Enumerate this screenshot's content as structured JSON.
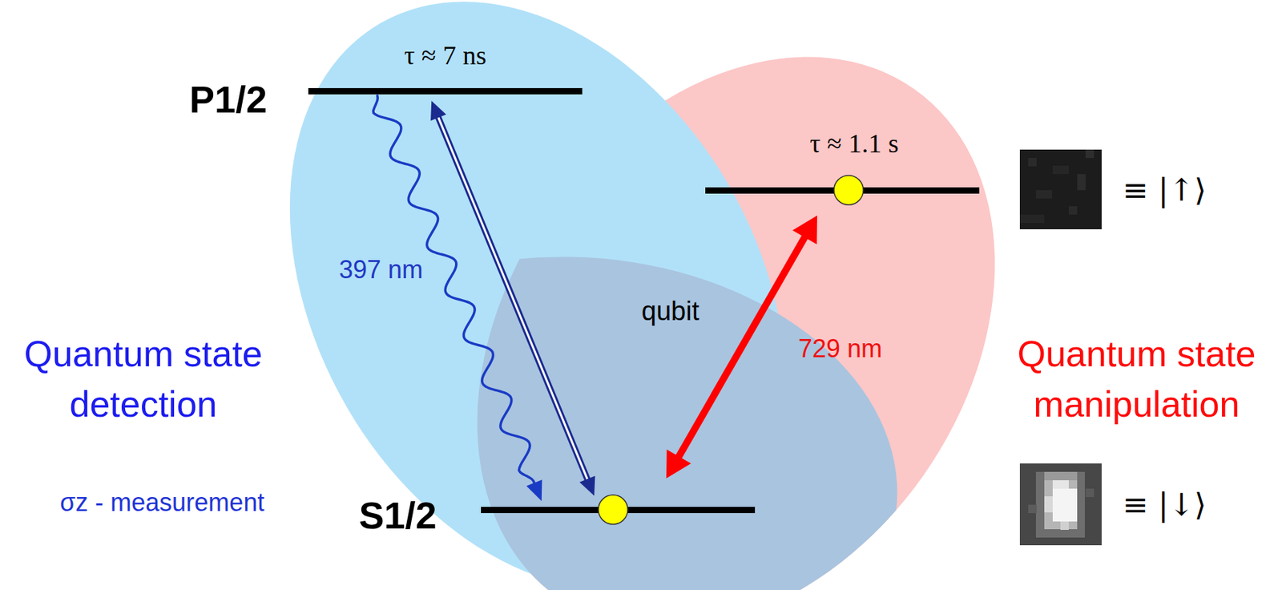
{
  "diagram": {
    "nodes": [
      {
        "text": [
          "τ ≈ 7 ns",
          "P1/2"
        ]
      },
      {
        "text": [
          "τ ≈ 1.1 s"
        ]
      },
      {
        "text": [
          "S1/2"
        ]
      }
    ],
    "edges": [
      {
        "from": 0,
        "to": 2,
        "arrow": "to",
        "label": "397 nm"
      },
      {
        "from": 0,
        "to": 2,
        "arrow": "both"
      },
      {
        "from": 2,
        "to": 1,
        "arrow": "both",
        "label": "729 nm"
      }
    ],
    "labels": [
      "Quantum state detection",
      "σz - measurement",
      "qubit",
      "Quantum state manipulation",
      "≡ |↑⟩",
      "≡ |↓⟩"
    ]
  }
}
